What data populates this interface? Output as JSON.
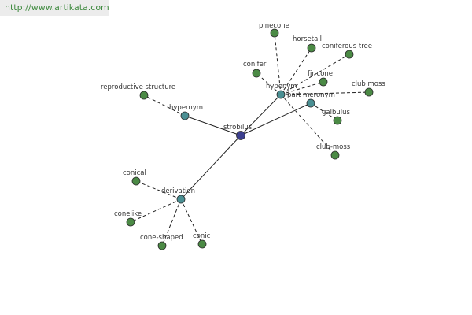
{
  "header": {
    "url": "http://www.artikata.com"
  },
  "colors": {
    "center": "#3c3f8e",
    "relation": "#4a8f93",
    "leaf": "#4b8a45"
  },
  "graph": {
    "center": {
      "label": "strobilus"
    },
    "relations": {
      "hypernym": {
        "label": "hypernym"
      },
      "hyponym": {
        "label": "hyponym"
      },
      "part_meronym": {
        "label": "part meronym"
      },
      "derivation": {
        "label": "derivation"
      }
    },
    "leaves": {
      "reproductive_structure": {
        "label": "reproductive structure"
      },
      "pinecone": {
        "label": "pinecone"
      },
      "conifer": {
        "label": "conifer"
      },
      "horsetail": {
        "label": "horsetail"
      },
      "coniferous_tree": {
        "label": "coniferous tree"
      },
      "fir_cone": {
        "label": "fir cone"
      },
      "club_moss_1": {
        "label": "club moss"
      },
      "galbulus": {
        "label": "galbulus"
      },
      "club_moss_2": {
        "label": "club-moss"
      },
      "conical": {
        "label": "conical"
      },
      "conelike": {
        "label": "conelike"
      },
      "cone_shaped": {
        "label": "cone-shaped"
      },
      "conic": {
        "label": "conic"
      }
    }
  }
}
